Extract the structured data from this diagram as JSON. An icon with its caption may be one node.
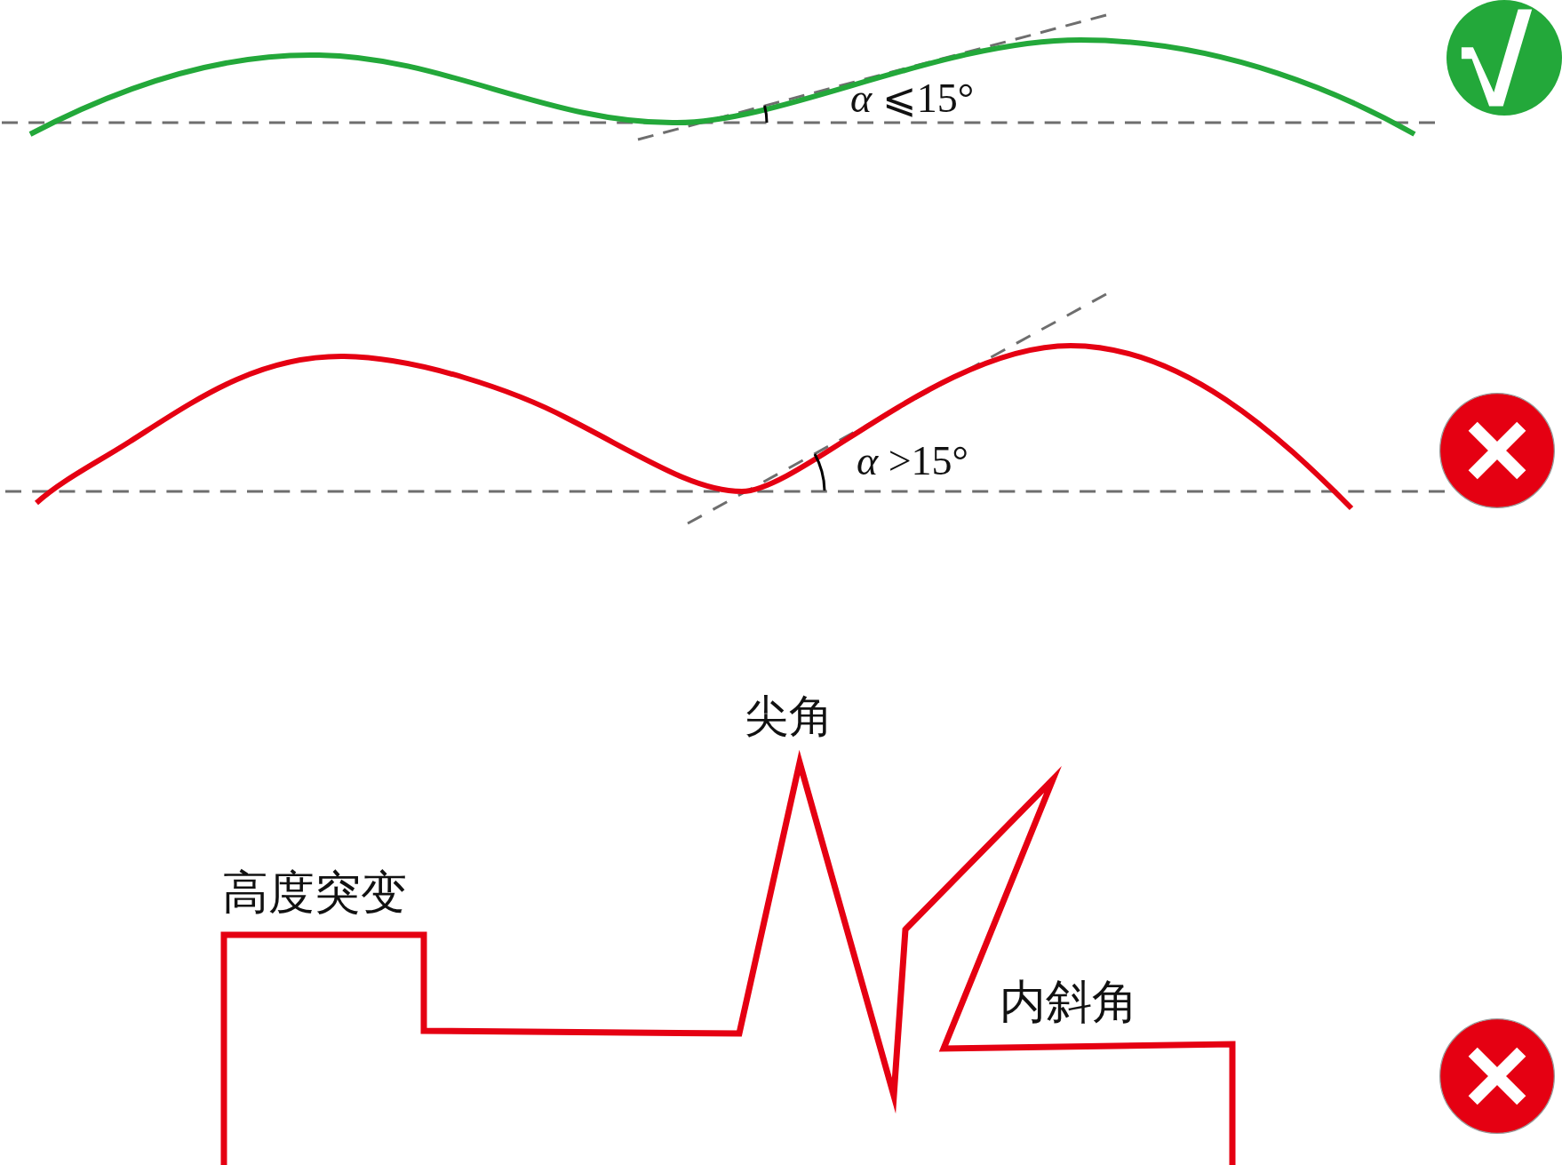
{
  "diagram": {
    "labels": [
      "*α* ⩽15°",
      "*α* >15°",
      "尖角",
      "高度突变",
      "内斜角"
    ]
  }
}
